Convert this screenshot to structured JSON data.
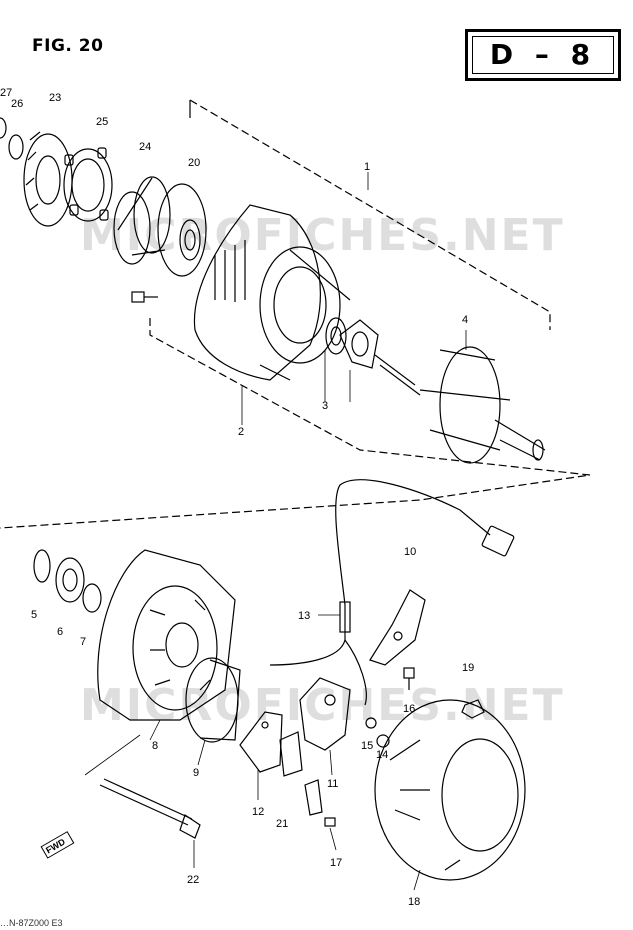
{
  "figure": {
    "title": "FIG. 20",
    "page_code": "D – 8"
  },
  "watermark": "MICROFICHES.NET",
  "footer_text": "…N-87Z000  E3",
  "fwd_label": "FWD",
  "callouts": {
    "c1": "1",
    "c2": "2",
    "c3": "3",
    "c4": "4",
    "c5": "5",
    "c6": "6",
    "c7": "7",
    "c8": "8",
    "c9": "9",
    "c10": "10",
    "c11": "11",
    "c12": "12",
    "c13": "13",
    "c14": "14",
    "c15": "15",
    "c16": "16",
    "c17": "17",
    "c18": "18",
    "c19": "19",
    "c20": "20",
    "c21": "21",
    "c22": "22",
    "c23": "23",
    "c24": "24",
    "c25": "25",
    "c26": "26",
    "c27": "27"
  }
}
